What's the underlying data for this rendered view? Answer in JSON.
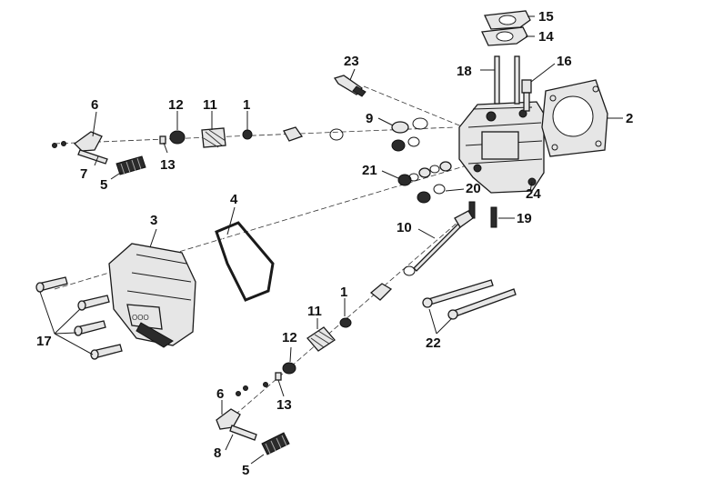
{
  "callouts": {
    "c1a": "1",
    "c1b": "1",
    "c2": "2",
    "c3": "3",
    "c4": "4",
    "c5a": "5",
    "c5b": "5",
    "c6a": "6",
    "c6b": "6",
    "c7": "7",
    "c8": "8",
    "c9": "9",
    "c10": "10",
    "c11a": "11",
    "c11b": "11",
    "c12a": "12",
    "c12b": "12",
    "c13a": "13",
    "c13b": "13",
    "c14": "14",
    "c15": "15",
    "c16": "16",
    "c17": "17",
    "c18": "18",
    "c19": "19",
    "c20": "20",
    "c21": "21",
    "c22": "22",
    "c23": "23",
    "c24": "24"
  }
}
